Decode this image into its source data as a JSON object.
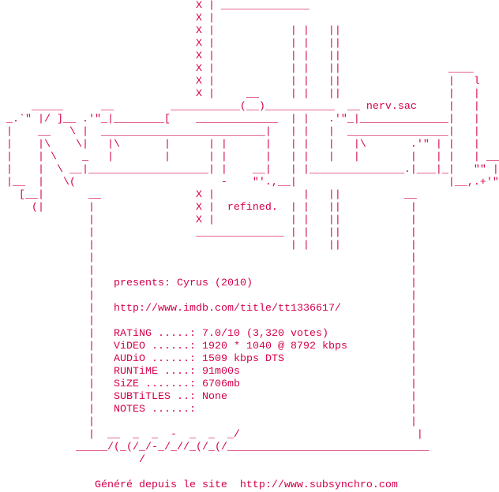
{
  "colors": {
    "text": "#d4004c",
    "background": "#ffffff"
  },
  "art_top": [
    "                               X | ______________",
    "                               X |",
    "                               X |            | |   ||",
    "                               X |            | |   ||",
    "                               X |            | |   ||",
    "                               X |            | |   ||                 ____",
    "                               X |            | |   ||                 |   l",
    "                               X |     __     | |   ||                 |   |",
    "     _____      __         ___________(__)___________  __ nerv.sac     |   |",
    " _.`\" |/ ]__ .'\"_|________[    _____________  | |   .'\"_|______________|   |",
    " |    __   \\ |  __________________________|   | |   |  ________________|   |",
    " |    |\\    \\|   |\\       |      | |      |   | |   |   |\\       .'\" | |   |",
    " |    | \\    _   |        |      | |      |   | |   |   |        |   | |   | __",
    " |    |  \\ __|___________________| |    __|   | |_______________.|___|_|   \"\" |",
    " |__  |   \\(                       -    \"'.,__|                        |__,.+'\"",
    "   [__|       __               X |              |   ||          __",
    "     (|       |                X |  refined.  | |   ||           |",
    "              |                X |            | |   ||           |",
    "              |                ______________ | |   ||           |",
    "              |                               | |   ||           |",
    "              |                                                  |"
  ],
  "box": {
    "border": "|",
    "presents": "presents: Cyrus (2010)",
    "imdb_url": "http://www.imdb.com/title/tt1336617/",
    "fields": [
      {
        "label": "RATiNG .....:",
        "value": "7.0/10 (3,320 votes)"
      },
      {
        "label": "ViDEO ......:",
        "value": "1920 * 1040 @ 8792 kbps"
      },
      {
        "label": "AUDiO ......:",
        "value": "1509 kbps DTS"
      },
      {
        "label": "RUNTiME ....:",
        "value": "91m00s"
      },
      {
        "label": "SiZE .......:",
        "value": "6706mb"
      },
      {
        "label": "SUBTiTLES ..:",
        "value": "None"
      },
      {
        "label": "NOTES ......:",
        "value": ""
      }
    ]
  },
  "art_bottom": [
    "              |  __  _  _  -  _  _  _/                            |",
    "            _____/(_(/_/-_/_//_(/_(/________________________________",
    "                      /"
  ],
  "footer": "               Généré depuis le site  http://www.subsynchro.com"
}
